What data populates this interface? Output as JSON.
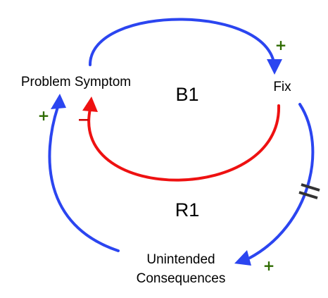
{
  "nodes": {
    "problem_symptom": "Problem Symptom",
    "fix": "Fix",
    "unintended_consequences_line1": "Unintended",
    "unintended_consequences_line2": "Consequences"
  },
  "loops": {
    "balancing": "B1",
    "reinforcing": "R1"
  },
  "polarities": {
    "symptom_to_fix": "+",
    "fix_to_symptom": "−",
    "fix_to_consequences": "+",
    "consequences_to_symptom": "+"
  },
  "colors": {
    "blue_link": "#2b45f0",
    "red_link": "#ee1111",
    "polarity_green": "#2e6b00",
    "polarity_red": "#cc0000",
    "delay_mark": "#333333"
  }
}
